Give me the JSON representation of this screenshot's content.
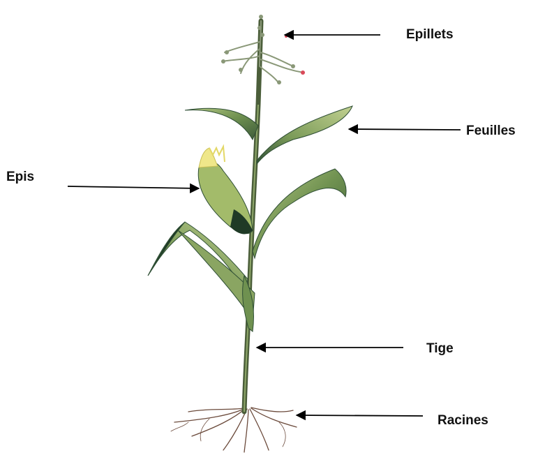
{
  "labels": {
    "epillets": "Epillets",
    "feuilles": "Feuilles",
    "epis": "Epis",
    "tige": "Tige",
    "racines": "Racines"
  },
  "colors": {
    "leaf_dark": "#2f4f35",
    "leaf_mid": "#6f9150",
    "leaf_light": "#a9bf73",
    "stem": "#4b5e3a",
    "ear_yellow": "#efe78a",
    "tassel": "#8a9878",
    "root": "#6b4a3b",
    "arrow": "#000000"
  }
}
